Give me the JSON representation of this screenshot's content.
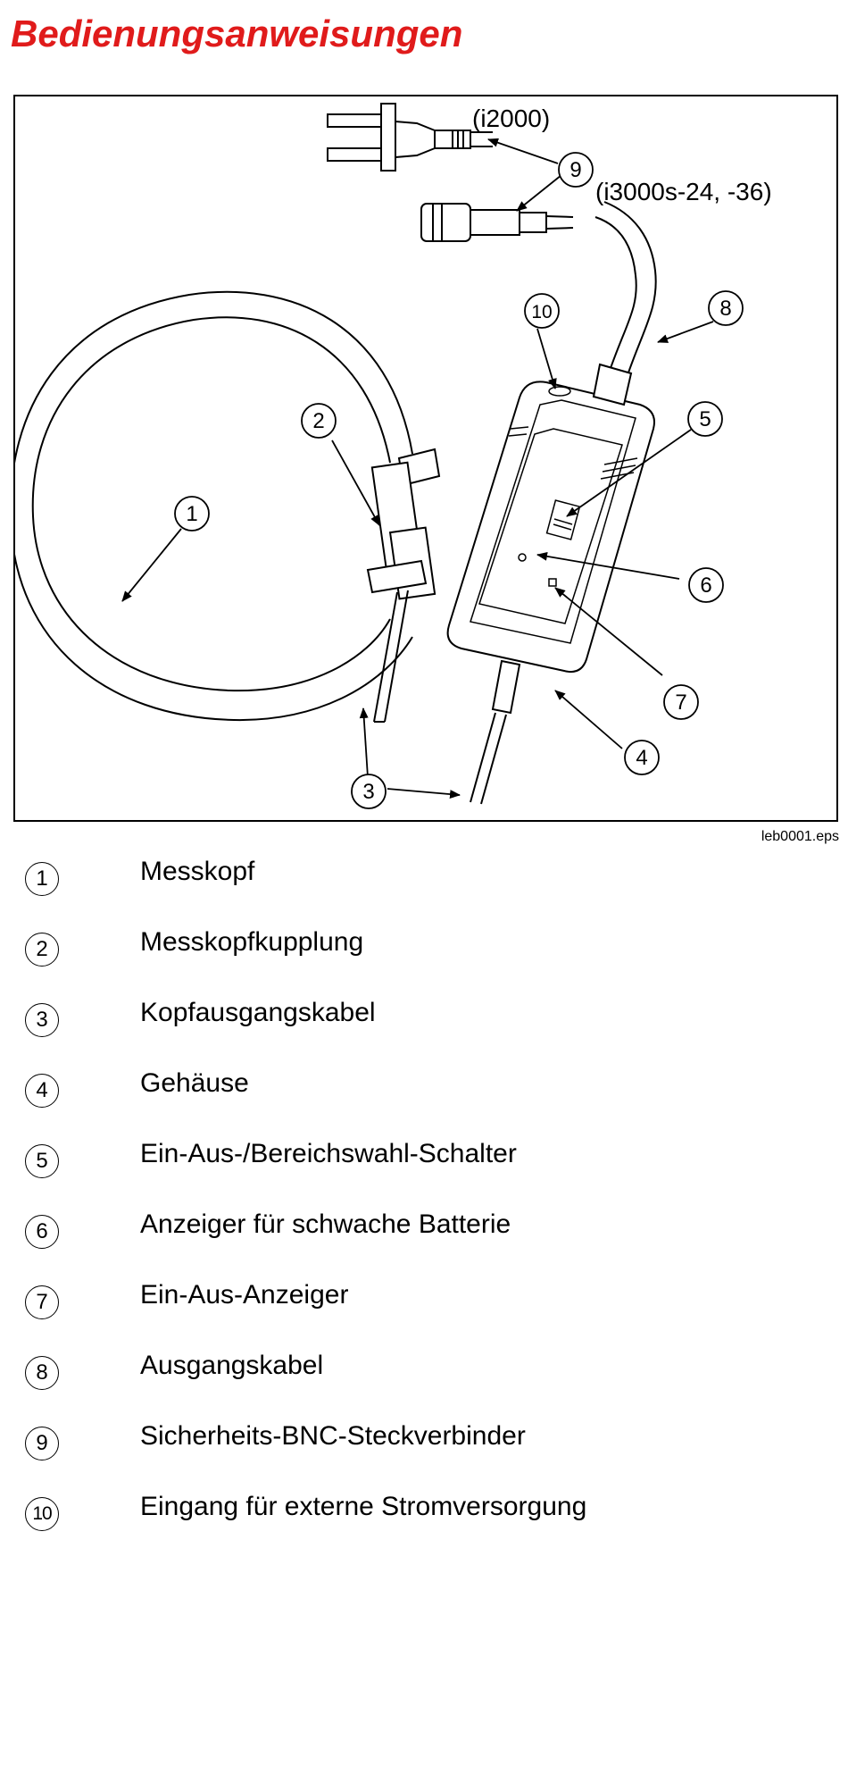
{
  "page_title": "Bedienungsanweisungen",
  "figure": {
    "caption": "leb0001.eps",
    "model_label_a": "(i2000)",
    "model_label_b": "(i3000s-24, -36)",
    "callouts": [
      "1",
      "2",
      "3",
      "4",
      "5",
      "6",
      "7",
      "8",
      "9",
      "10"
    ]
  },
  "legend": {
    "items": [
      {
        "num": "1",
        "label": "Messkopf"
      },
      {
        "num": "2",
        "label": "Messkopfkupplung"
      },
      {
        "num": "3",
        "label": "Kopfausgangskabel"
      },
      {
        "num": "4",
        "label": "Gehäuse"
      },
      {
        "num": "5",
        "label": "Ein-Aus-/Bereichswahl-Schalter"
      },
      {
        "num": "6",
        "label": "Anzeiger für schwache Batterie"
      },
      {
        "num": "7",
        "label": "Ein-Aus-Anzeiger"
      },
      {
        "num": "8",
        "label": "Ausgangskabel"
      },
      {
        "num": "9",
        "label": "Sicherheits-BNC-Steckverbinder"
      },
      {
        "num": "10",
        "label": "Eingang für externe Stromversorgung"
      }
    ]
  }
}
